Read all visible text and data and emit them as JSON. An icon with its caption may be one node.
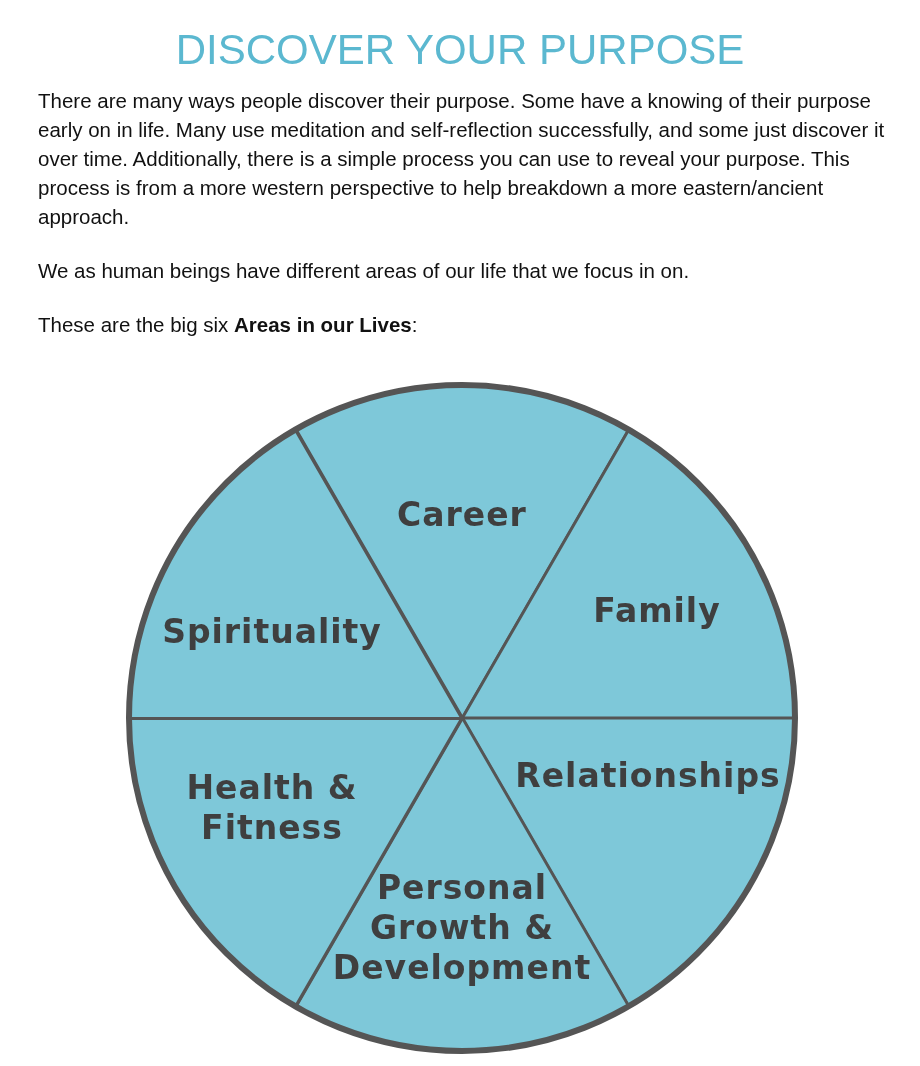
{
  "diagram": {
    "title": "DISCOVER YOUR PURPOSE",
    "nodes": [
      {
        "text": [
          "Career"
        ]
      },
      {
        "text": [
          "Family"
        ]
      },
      {
        "text": [
          "Relationships"
        ]
      },
      {
        "text": [
          "Personal Growth & Development"
        ]
      },
      {
        "text": [
          "Health & Fitness"
        ]
      },
      {
        "text": [
          "Spirituality"
        ]
      }
    ],
    "labels": [
      "There are many ways people discover their purpose. Some have a knowing of their purpose early on in life. Many use meditation and self-reflection successfully, and some just discover it over time. Additionally, there is a simple process you can use to reveal your purpose. This process is from a more western perspective to help breakdown a more eastern/ancient approach.",
      "We as human beings have different areas of our life that we focus in on.",
      "These are the big six **Areas in our Lives**:"
    ]
  }
}
